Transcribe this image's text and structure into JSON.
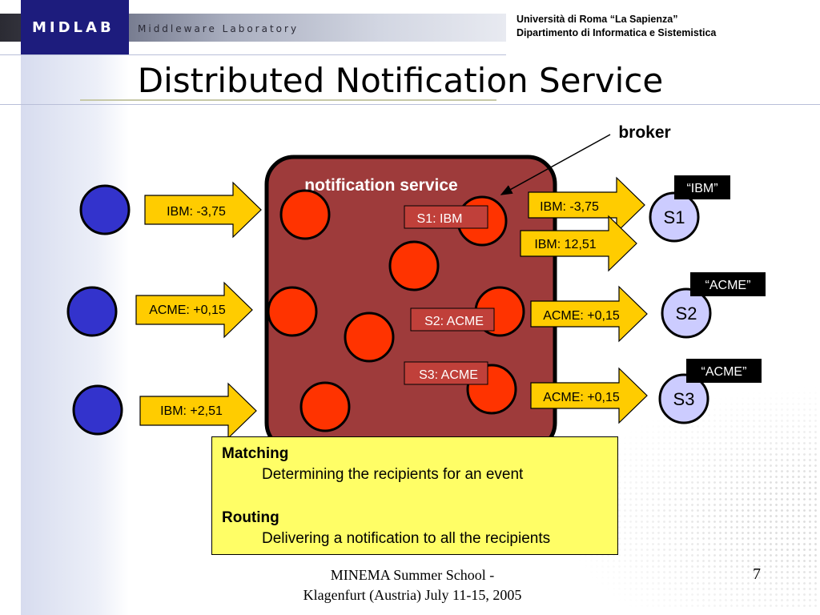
{
  "header": {
    "logo": "MIDLAB",
    "logo_subtitle": "Middleware Laboratory",
    "university_line1": "Università di Roma “La Sapienza”",
    "university_line2": "Dipartimento di Informatica e Sistemistica"
  },
  "slide": {
    "title": "Distributed Notification Service",
    "page_number": "7"
  },
  "diagram": {
    "service_label": "notification service",
    "broker_label": "broker",
    "incoming_events": [
      "IBM: -3,75",
      "ACME: +0,15",
      "IBM: +2,51"
    ],
    "subscriptions": [
      "S1: IBM",
      "S2: ACME",
      "S3: ACME"
    ],
    "outgoing_events": [
      "IBM: -3,75",
      "IBM: 12,51",
      "ACME: +0,15",
      "ACME: +0,15"
    ],
    "subscribers": [
      "S1",
      "S2",
      "S3"
    ],
    "subscriber_topics": [
      "“IBM”",
      "“ACME”",
      "“ACME”"
    ],
    "colors": {
      "service_fill": "#9e3b3b",
      "broker_node": "#ff3300",
      "publisher_node": "#3333cc",
      "subscriber_node": "#ccccff",
      "event_arrow": "#ffcc00",
      "subscription_label": "#c0403a"
    }
  },
  "legend": {
    "matching_title": "Matching",
    "matching_desc": "Determining the recipients for an event",
    "routing_title": "Routing",
    "routing_desc": "Delivering a notification to all the recipients"
  },
  "footer": {
    "line1": "MINEMA Summer School -",
    "line2": "Klagenfurt (Austria) July 11-15, 2005"
  }
}
